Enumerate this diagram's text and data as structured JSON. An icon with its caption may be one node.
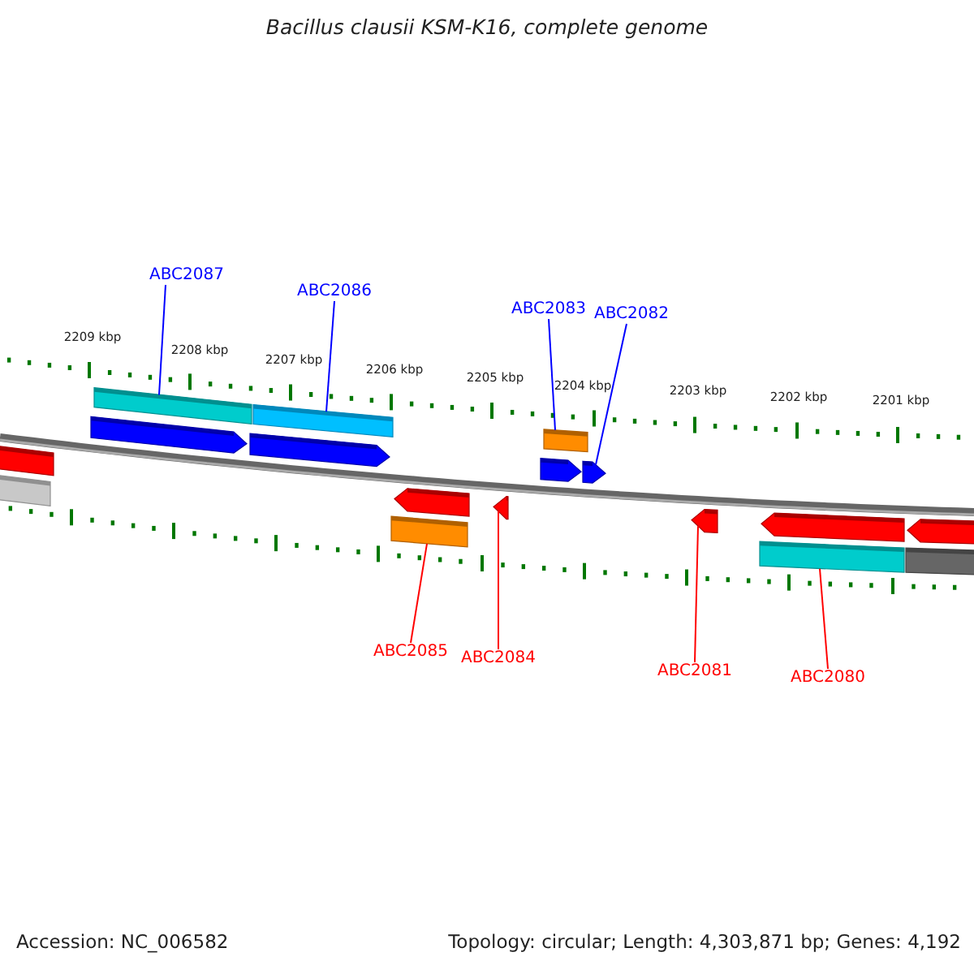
{
  "diagram": {
    "title": "Bacillus clausii KSM-K16, complete genome",
    "nodes": [
      {
        "text": [
          "ABC2087"
        ]
      },
      {
        "text": [
          "ABC2086"
        ]
      },
      {
        "text": [
          "ABC2083"
        ]
      },
      {
        "text": [
          "ABC2082"
        ]
      },
      {
        "text": [
          "ABC2085"
        ]
      },
      {
        "text": [
          "ABC2084"
        ]
      },
      {
        "text": [
          "ABC2081"
        ]
      },
      {
        "text": [
          "ABC2080"
        ]
      },
      {
        "text": [],
        "shape": "bar"
      },
      {
        "text": [],
        "shape": "bar"
      },
      {
        "text": [],
        "shape": "bar"
      },
      {
        "text": [],
        "shape": "pentagon"
      },
      {
        "text": [],
        "shape": "pentagon"
      },
      {
        "text": [],
        "shape": "pentagon"
      },
      {
        "text": [],
        "shape": "pentagon"
      },
      {
        "text": [],
        "shape": "bar"
      },
      {
        "text": [],
        "shape": "pentagon"
      },
      {
        "text": [],
        "shape": "pentagon"
      },
      {
        "text": [],
        "shape": "pentagon"
      },
      {
        "text": [],
        "shape": "pentagon"
      },
      {
        "text": [],
        "shape": "pentagon"
      },
      {
        "text": [],
        "shape": "bar"
      },
      {
        "text": [],
        "shape": "bar"
      },
      {
        "text": [],
        "shape": "bar"
      },
      {
        "text": [],
        "shape": "bar"
      }
    ],
    "edges": [
      {
        "from": 0,
        "to": 8,
        "arrow": "none"
      },
      {
        "from": 1,
        "to": 9,
        "arrow": "none"
      },
      {
        "from": 2,
        "to": 10,
        "arrow": "none"
      },
      {
        "from": 3,
        "to": 14,
        "arrow": "none"
      },
      {
        "from": 4,
        "to": 22,
        "arrow": "none",
        "color": "#ff0000"
      },
      {
        "from": 5,
        "to": 17,
        "arrow": "none",
        "color": "#ff0000"
      },
      {
        "from": 6,
        "to": 18,
        "arrow": "none",
        "color": "#ff0000"
      },
      {
        "from": 7,
        "to": 23,
        "arrow": "none",
        "color": "#ff0000"
      }
    ],
    "labels": [
      "2209 kbp",
      "2208 kbp",
      "2207 kbp",
      "2206 kbp",
      "2205 kbp",
      "2204 kbp",
      "2203 kbp",
      "2202 kbp",
      "2201 kbp",
      "Accession: NC_006582",
      "Topology: circular; Length: 4,303,871 bp; Genes: 4,192"
    ]
  }
}
